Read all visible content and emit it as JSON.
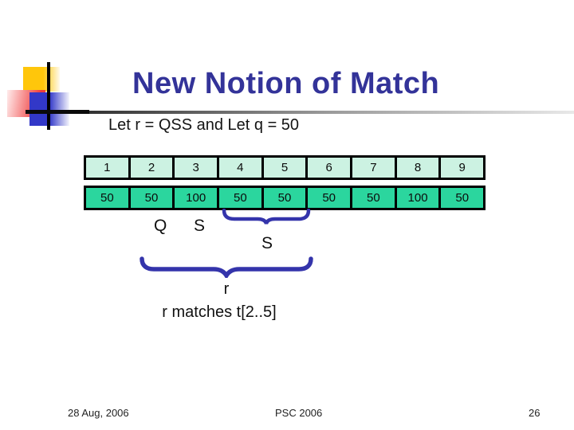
{
  "slide": {
    "title": "New Notion of Match",
    "subtitle": "Let r = QSS and Let q = 50"
  },
  "table": {
    "index_row": [
      "1",
      "2",
      "3",
      "4",
      "5",
      "6",
      "7",
      "8",
      "9"
    ],
    "value_row": [
      "50",
      "50",
      "100",
      "50",
      "50",
      "50",
      "50",
      "100",
      "50"
    ]
  },
  "annotations": {
    "q_label": "Q",
    "s_label": "S",
    "s_group_label": "S",
    "r_label": "r",
    "match_text": "r matches t[2..5]"
  },
  "footer": {
    "date": "28 Aug, 2006",
    "conference": "PSC 2006",
    "page_number": "26"
  },
  "colors": {
    "title_text": "#333399",
    "brace": "#3434ab",
    "index_cell_bg": "#ccf2e2",
    "value_cell_bg": "#2bd69e",
    "cell_border": "#000000"
  }
}
